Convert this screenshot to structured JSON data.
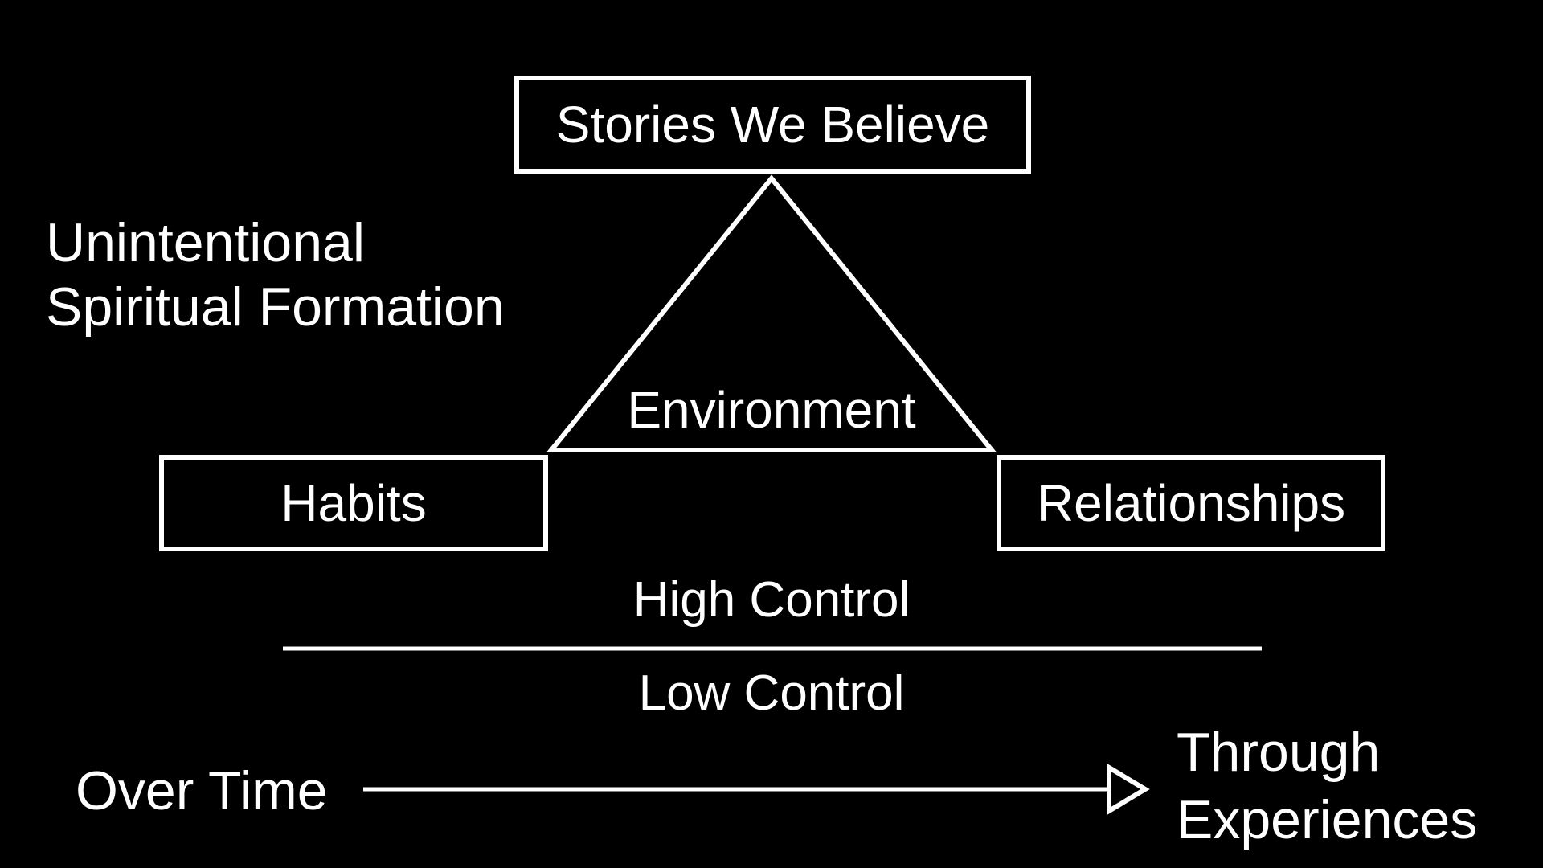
{
  "diagram": {
    "top_box": "Stories We Believe",
    "left_box": "Habits",
    "right_box": "Relationships",
    "triangle_label": "Environment",
    "side_title_line1": "Unintentional",
    "side_title_line2": "Spiritual Formation",
    "high_control": "High Control",
    "low_control": "Low Control",
    "arrow_start": "Over Time",
    "arrow_end_line1": "Through",
    "arrow_end_line2": "Experiences"
  },
  "colors": {
    "background": "#000000",
    "foreground": "#ffffff"
  }
}
